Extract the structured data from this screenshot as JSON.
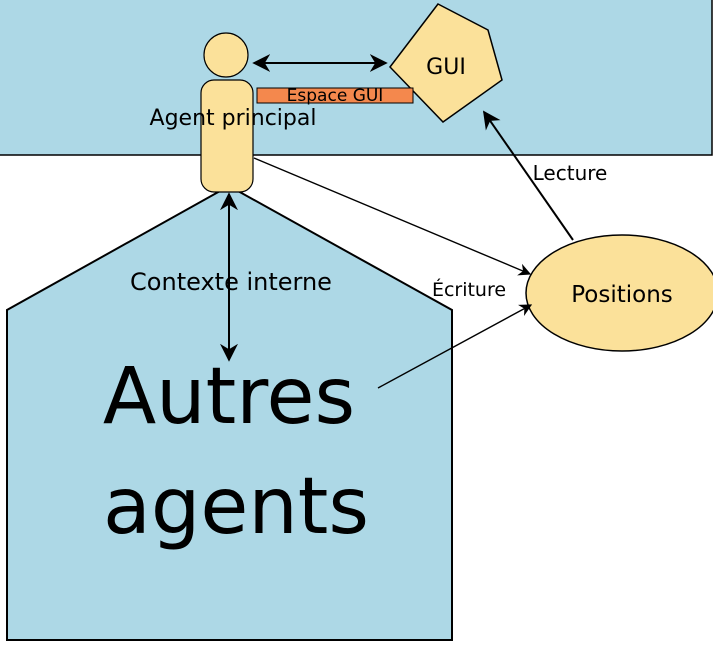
{
  "labels": {
    "gui": "GUI",
    "espace_gui": "Espace GUI",
    "agent_principal": "Agent principal",
    "lecture": "Lecture",
    "contexte_interne": "Contexte interne",
    "ecriture": "Écriture",
    "positions": "Positions",
    "autres_line1": "Autres",
    "autres_line2": "agents"
  },
  "colors": {
    "region_fill": "#add8e6",
    "agent_fill": "#fbe19a",
    "positions_fill": "#fbe19a",
    "espace_gui_fill": "#f4884d",
    "stroke": "#000000"
  }
}
